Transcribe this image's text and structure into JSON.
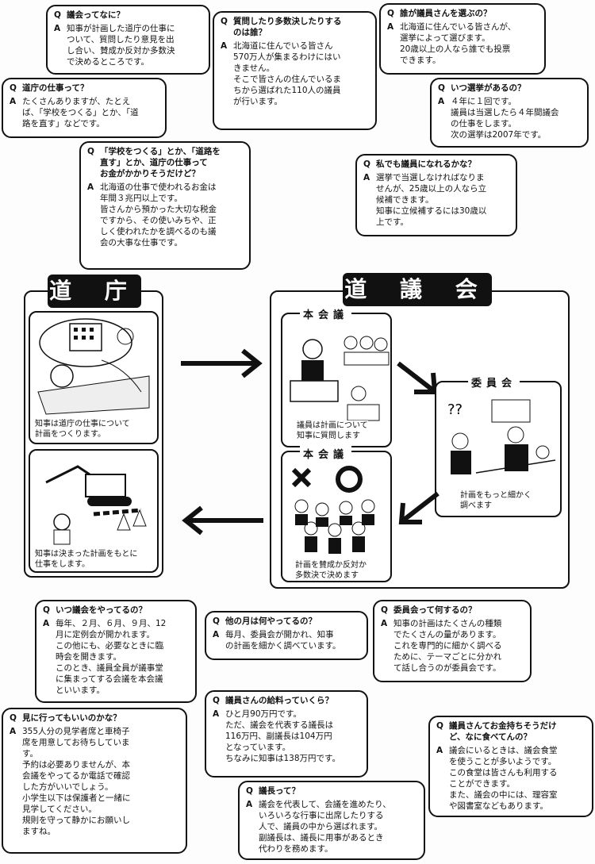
{
  "sections": {
    "docho_title": "道 庁",
    "dogikai_title": "道 議 会"
  },
  "panels": {
    "docho_top_caption": "知事は道庁の仕事について\n計画をつくります。",
    "docho_bottom_caption": "知事は決まった計画をもとに\n仕事をします。",
    "honkaigi1_title": "本会議",
    "honkaigi1_caption": "議員は計画について\n知事に質問します",
    "iinkai_title": "委員会",
    "iinkai_caption": "計画をもっと細かく\n調べます",
    "honkaigi2_title": "本会議",
    "honkaigi2_caption": "計画を賛成か反対か\n多数決で決めます"
  },
  "labels": {
    "q": "Q",
    "a": "A"
  },
  "qa": [
    {
      "id": "gikai",
      "q": "議会ってなに？",
      "a": "知事が計画した道庁の仕事に\nついて、質問したり意見を出\nし合い、賛成か反対か多数決\nで決めるところです。"
    },
    {
      "id": "shitsumon",
      "q": "質問したり多数決したりする\nのは誰？",
      "a": "北海道に住んでいる皆さん\n570万人が集まるわけにはい\nきません。\nそこで皆さんの住んでいるま\nちから選ばれた110人の議員\nが行います。"
    },
    {
      "id": "erabu",
      "q": "誰が議員さんを選ぶの？",
      "a": "北海道に住んでいる皆さんが、\n選挙によって選びます。\n20歳以上の人なら誰でも投票\nできます。"
    },
    {
      "id": "docho_shigoto",
      "q": "道庁の仕事って？",
      "a": "たくさんありますが、たとえ\nば、「学校をつくる」とか、「道\n路を直す」などです。"
    },
    {
      "id": "senkyo",
      "q": "いつ選挙があるの？",
      "a": "４年に１回です。\n議員は当選したら４年間議会\nの仕事をします。\n次の選挙は2007年です。"
    },
    {
      "id": "okane",
      "q": "「学校をつくる」とか、「道路を\n直す」とか、道庁の仕事って\nお金がかかりそうだけど？",
      "a": "北海道の仕事で使われるお金は\n年間３兆円以上です。\n皆さんから預かった大切な税金\nですから、その使いみちや、正\nしく使われたかを調べるのも議\n会の大事な仕事です。"
    },
    {
      "id": "watashi",
      "q": "私でも議員になれるかな？",
      "a": "選挙で当選しなければなりま\nせんが、25歳以上の人なら立\n候補できます。\n知事に立候補するには30歳以\n上です。"
    },
    {
      "id": "itsu",
      "q": "いつ議会をやってるの？",
      "a": "毎年、２月、６月、９月、12\n月に定例会が開かれます。\nこの他にも、必要なときに臨\n時会を開きます。\nこのとき、議員全員が議事堂\nに集まってする会議を本会議\nといいます。"
    },
    {
      "id": "hoka",
      "q": "他の月は何やってるの？",
      "a": "毎月、委員会が開かれ、知事\nの計画を細かく調べています。"
    },
    {
      "id": "iinkai",
      "q": "委員会って何するの？",
      "a": "知事の計画はたくさんの種類\nでたくさんの量があります。\nこれを専門的に細かく調べる\nために、テーマごとに分かれ\nて話し合うのが委員会です。"
    },
    {
      "id": "kengaku",
      "q": "見に行ってもいいのかな？",
      "a": "355人分の見学者席と車椅子\n席を用意してお待ちしていま\nす。\n予約は必要ありませんが、本\n会議をやってるか電話で確認\nした方がいいでしょう。\n小学生以下は保護者と一緒に\n見学してください。\n規則を守って静かにお願いし\nますね。"
    },
    {
      "id": "kyuryo",
      "q": "議員さんの給料っていくら？",
      "a": "ひと月90万円です。\nただ、議会を代表する議長は\n116万円、副議長は104万円\nとなっています。\nちなみに知事は138万円です。"
    },
    {
      "id": "kanemochi",
      "q": "議員さんてお金持ちそうだけ\nど、なに食べてんの？",
      "a": "議会にいるときは、議会食堂\nを使うことが多いようです。\nこの食堂は皆さんも利用する\nことができます。\nまた、議会の中には、理容室\nや図書室などもあります。"
    },
    {
      "id": "gicho",
      "q": "議長って？",
      "a": "議会を代表して、会議を進めたり、\nいろいろな行事に出席したりする\n人で、議員の中から選ばれます。\n副議長は、議長に用事があるとき\n代わりを務めます。"
    }
  ]
}
